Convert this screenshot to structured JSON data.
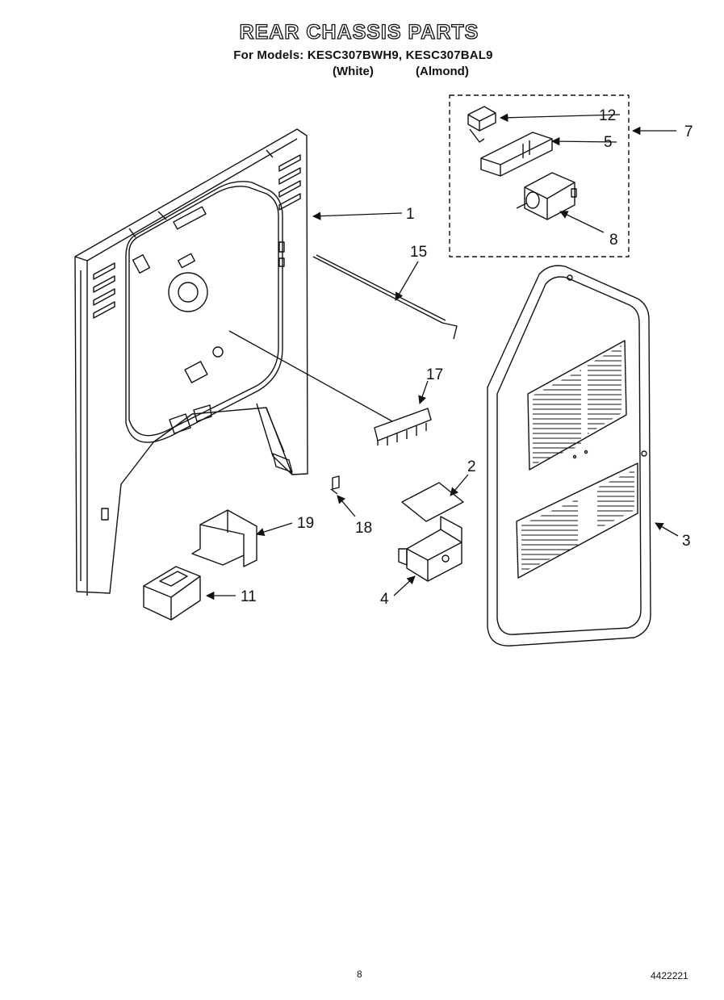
{
  "header": {
    "title": "REAR CHASSIS PARTS",
    "subtitle": "For Models: KESC307BWH9, KESC307BAL9",
    "variant_white": "(White)",
    "variant_almond": "(Almond)"
  },
  "callouts": {
    "c1": "1",
    "c2": "2",
    "c3": "3",
    "c4": "4",
    "c5": "5",
    "c7": "7",
    "c8": "8",
    "c11": "11",
    "c12": "12",
    "c15": "15",
    "c17": "17",
    "c18": "18",
    "c19": "19"
  },
  "footer": {
    "page_number": "8",
    "part_number": "4422221"
  }
}
